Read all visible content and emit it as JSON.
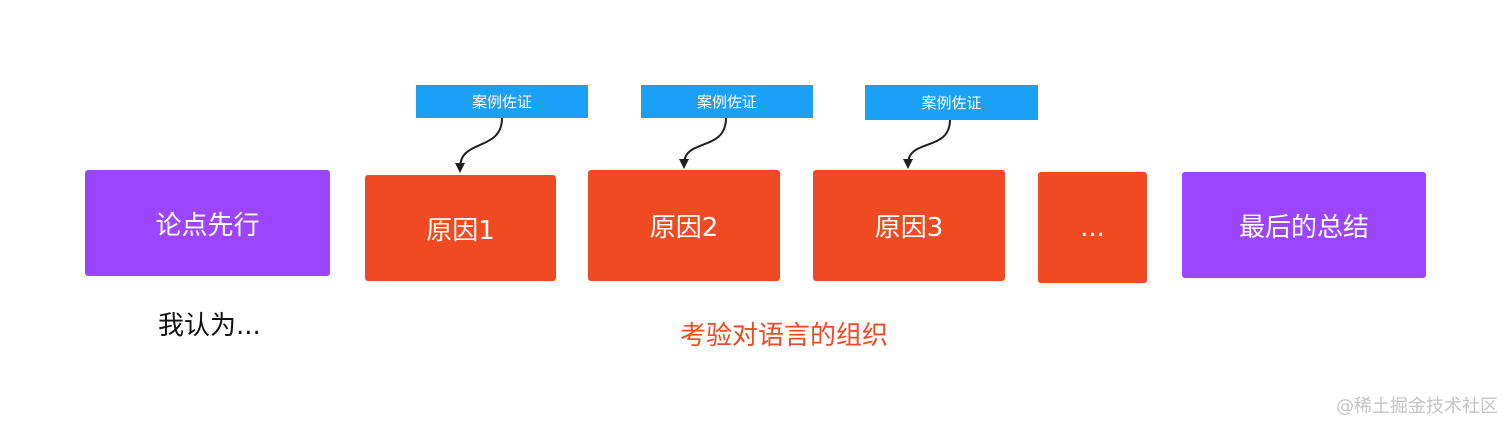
{
  "colors": {
    "summary_box": "#9b45ff",
    "reason_box": "#f04a23",
    "example_tag": "#1aa0f6",
    "emphasis_text": "#f04a23"
  },
  "nodes": {
    "thesis": "论点先行",
    "reason1": "原因1",
    "reason2": "原因2",
    "reason3": "原因3",
    "more": "...",
    "conclusion": "最后的总结"
  },
  "tags": {
    "example1": "案例佐证",
    "example2": "案例佐证",
    "example3": "案例佐证"
  },
  "captions": {
    "thesis_caption": "我认为...",
    "middle_caption": "考验对语言的组织"
  },
  "watermark": "@稀土掘金技术社区"
}
